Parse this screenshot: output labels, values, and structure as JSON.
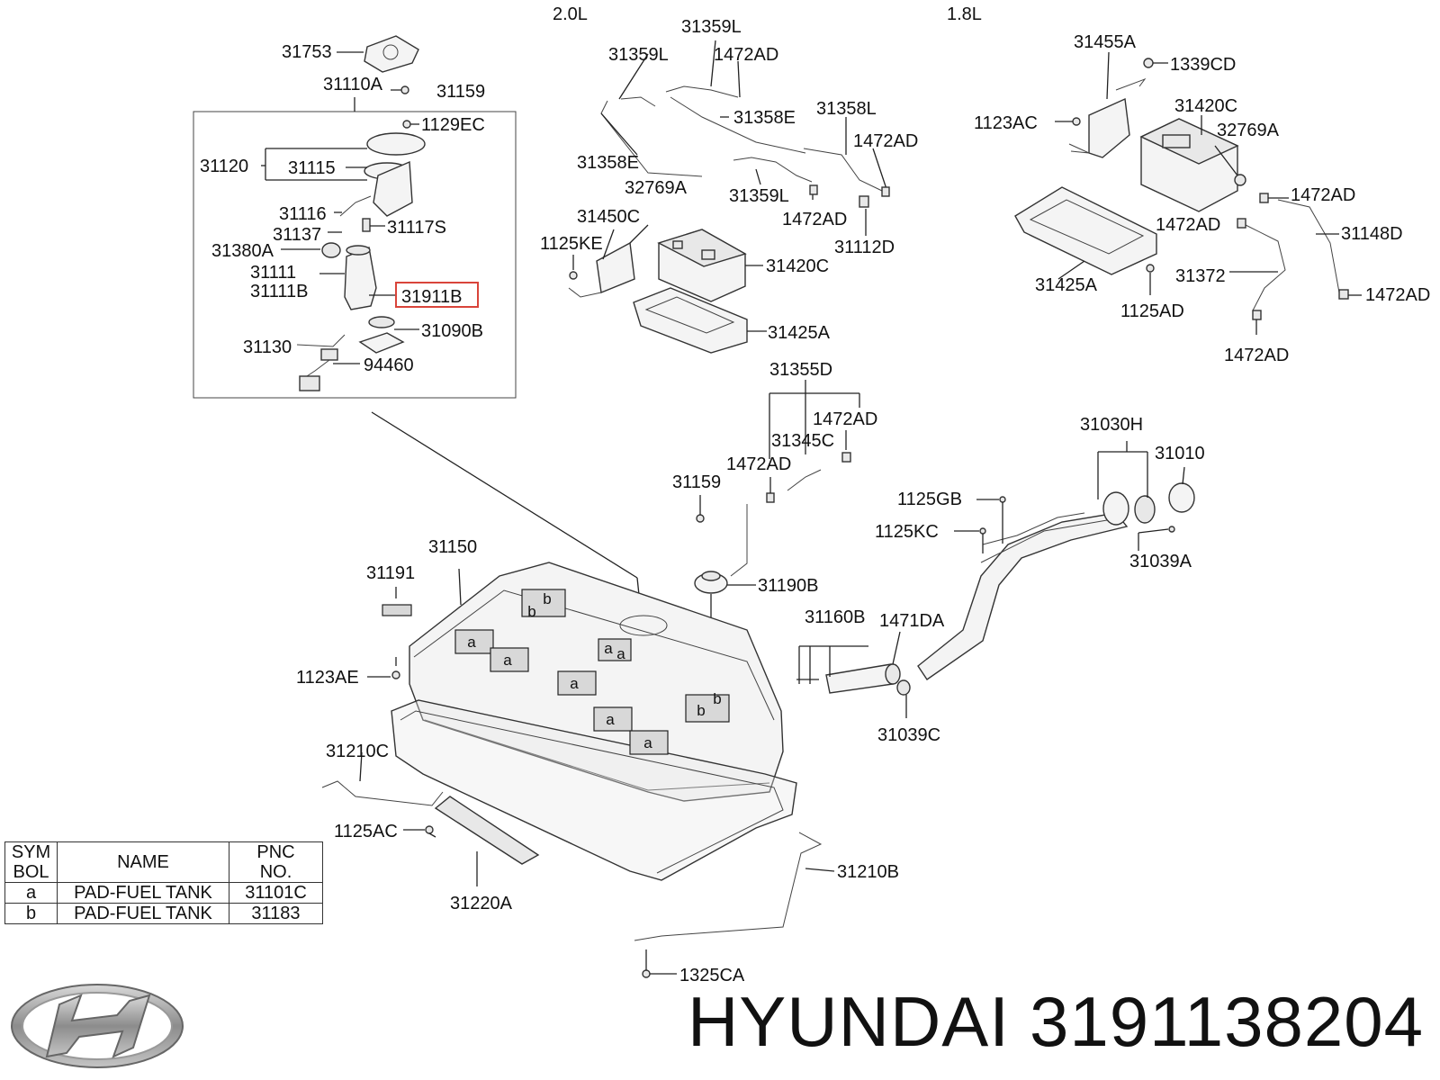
{
  "engine_labels": [
    "2.0L",
    "1.8L"
  ],
  "callouts": {
    "p31753": "31753",
    "p31110A": "31110A",
    "p31159a": "31159",
    "p1129EC": "1129EC",
    "p31120": "31120",
    "p31115": "31115",
    "p31116": "31116",
    "p31137": "31137",
    "p31117S": "31117S",
    "p31380A": "31380A",
    "p31111": "31111",
    "p31111B": "31111B",
    "p31911B": "31911B",
    "p31090B": "31090B",
    "p31130": "31130",
    "p94460": "94460",
    "p31359La": "31359L",
    "p31359Lb": "31359L",
    "p1472ADa": "1472AD",
    "p31358Ea": "31358E",
    "p31358L": "31358L",
    "p1472ADb": "1472AD",
    "p31358Eb": "31358E",
    "p31359Lc": "31359L",
    "p1472ADc": "1472AD",
    "p31112D": "31112D",
    "p32769Aa": "32769A",
    "p31450C": "31450C",
    "p1125KE": "1125KE",
    "p31420Ca": "31420C",
    "p31425Aa": "31425A",
    "p31455A": "31455A",
    "p1339CD": "1339CD",
    "p1123AC": "1123AC",
    "p31420Cb": "31420C",
    "p32769Ab": "32769A",
    "p1472ADd": "1472AD",
    "p1472ADe": "1472AD",
    "p31148D": "31148D",
    "p31372": "31372",
    "p31425Ab": "31425A",
    "p1125ADa": "1125AD",
    "p1472ADf": "1472AD",
    "p1472ADg": "1472AD",
    "p31355D": "31355D",
    "p1472ADh": "1472AD",
    "p31345C": "31345C",
    "p1472ADi": "1472AD",
    "p31159b": "31159",
    "p31190B": "31190B",
    "p31030H": "31030H",
    "p31010": "31010",
    "p1125GB": "1125GB",
    "p1125KC": "1125KC",
    "p31039A": "31039A",
    "p31160B": "31160B",
    "p1471DA": "1471DA",
    "p31039C": "31039C",
    "p31150": "31150",
    "p31191": "31191",
    "p1123AE": "1123AE",
    "p31210C": "31210C",
    "p1125AC": "1125AC",
    "p31220A": "31220A",
    "p31210B": "31210B",
    "p1325CA": "1325CA"
  },
  "highlighted_part": "31911B",
  "highlight_color": "#d9443a",
  "pad_marks": [
    "a",
    "b"
  ],
  "legend": {
    "headers": [
      "SYM\nBOL",
      "NAME",
      "PNC\nNO."
    ],
    "rows": [
      {
        "sym": "a",
        "name": "PAD-FUEL TANK",
        "pnc": "31101C"
      },
      {
        "sym": "b",
        "name": "PAD-FUEL TANK",
        "pnc": "31183"
      }
    ]
  },
  "brand": {
    "name": "HYUNDAI",
    "part_number": "3191138204",
    "logo": "hyundai-logo"
  }
}
